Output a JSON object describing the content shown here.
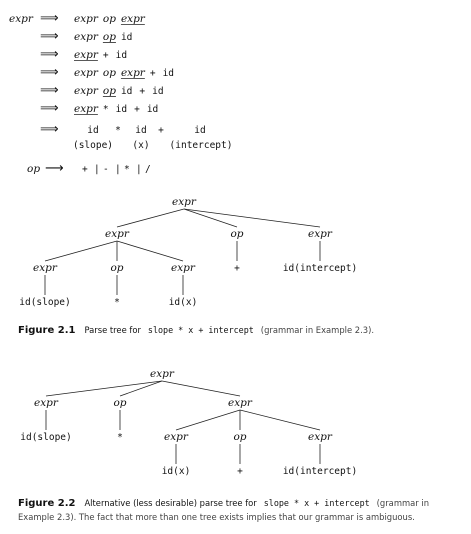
{
  "derivation": {
    "start": "expr",
    "arrow": "⟹",
    "steps": [
      [
        {
          "t": "expr",
          "c": "it"
        },
        {
          "t": "op",
          "c": "it"
        },
        {
          "t": "expr",
          "c": "it",
          "u": true
        }
      ],
      [
        {
          "t": "expr",
          "c": "it"
        },
        {
          "t": "op",
          "c": "it",
          "u": true
        },
        {
          "t": "id",
          "c": "mono"
        }
      ],
      [
        {
          "t": "expr",
          "c": "it",
          "u": true
        },
        {
          "t": "+",
          "c": "mono"
        },
        {
          "t": "id",
          "c": "mono"
        }
      ],
      [
        {
          "t": "expr",
          "c": "it"
        },
        {
          "t": "op",
          "c": "it"
        },
        {
          "t": "expr",
          "c": "it",
          "u": true
        },
        {
          "t": "+",
          "c": "mono"
        },
        {
          "t": "id",
          "c": "mono"
        }
      ],
      [
        {
          "t": "expr",
          "c": "it"
        },
        {
          "t": "op",
          "c": "it",
          "u": true
        },
        {
          "t": "id",
          "c": "mono"
        },
        {
          "t": "+",
          "c": "mono"
        },
        {
          "t": "id",
          "c": "mono"
        }
      ],
      [
        {
          "t": "expr",
          "c": "it",
          "u": true
        },
        {
          "t": "*",
          "c": "mono"
        },
        {
          "t": "id",
          "c": "mono"
        },
        {
          "t": "+",
          "c": "mono"
        },
        {
          "t": "id",
          "c": "mono"
        }
      ]
    ],
    "final_tokens": [
      "id",
      "*",
      "id",
      "+",
      "id"
    ],
    "final_annotations": [
      "(slope)",
      "(x)",
      "(intercept)"
    ]
  },
  "op_rule": {
    "lhs": "op",
    "arrow": "⟶",
    "alternatives": [
      "+",
      "-",
      "*",
      "/"
    ],
    "separator": "|"
  },
  "tree1": {
    "nodes": [
      {
        "id": "n0",
        "label": "expr",
        "c": "it"
      },
      {
        "id": "n1",
        "label": "expr",
        "c": "it"
      },
      {
        "id": "n2",
        "label": "op",
        "c": "it"
      },
      {
        "id": "n3",
        "label": "expr",
        "c": "it"
      },
      {
        "id": "n4",
        "label": "expr",
        "c": "it"
      },
      {
        "id": "n5",
        "label": "op",
        "c": "it"
      },
      {
        "id": "n6",
        "label": "expr",
        "c": "it"
      },
      {
        "id": "n7",
        "label": "+",
        "c": "mono"
      },
      {
        "id": "n8",
        "label": "id(intercept)",
        "c": "mono"
      },
      {
        "id": "n9",
        "label": "id(slope)",
        "c": "mono"
      },
      {
        "id": "n10",
        "label": "*",
        "c": "mono"
      },
      {
        "id": "n11",
        "label": "id(x)",
        "c": "mono"
      }
    ],
    "edges": [
      [
        "n0",
        "n1"
      ],
      [
        "n0",
        "n2"
      ],
      [
        "n0",
        "n3"
      ],
      [
        "n1",
        "n4"
      ],
      [
        "n1",
        "n5"
      ],
      [
        "n1",
        "n6"
      ],
      [
        "n2",
        "n7"
      ],
      [
        "n3",
        "n8"
      ],
      [
        "n4",
        "n9"
      ],
      [
        "n5",
        "n10"
      ],
      [
        "n6",
        "n11"
      ]
    ]
  },
  "caption1": {
    "figure": "Figure 2.1",
    "text_before": "Parse tree for",
    "code": "slope * x + intercept",
    "note": "(grammar in Example 2.3)."
  },
  "tree2": {
    "nodes": [
      {
        "id": "m0",
        "label": "expr",
        "c": "it"
      },
      {
        "id": "m1",
        "label": "expr",
        "c": "it"
      },
      {
        "id": "m2",
        "label": "op",
        "c": "it"
      },
      {
        "id": "m3",
        "label": "expr",
        "c": "it"
      },
      {
        "id": "m4",
        "label": "id(slope)",
        "c": "mono"
      },
      {
        "id": "m5",
        "label": "*",
        "c": "mono"
      },
      {
        "id": "m6",
        "label": "expr",
        "c": "it"
      },
      {
        "id": "m7",
        "label": "op",
        "c": "it"
      },
      {
        "id": "m8",
        "label": "expr",
        "c": "it"
      },
      {
        "id": "m9",
        "label": "id(x)",
        "c": "mono"
      },
      {
        "id": "m10",
        "label": "+",
        "c": "mono"
      },
      {
        "id": "m11",
        "label": "id(intercept)",
        "c": "mono"
      }
    ],
    "edges": [
      [
        "m0",
        "m1"
      ],
      [
        "m0",
        "m2"
      ],
      [
        "m0",
        "m3"
      ],
      [
        "m1",
        "m4"
      ],
      [
        "m2",
        "m5"
      ],
      [
        "m3",
        "m6"
      ],
      [
        "m3",
        "m7"
      ],
      [
        "m3",
        "m8"
      ],
      [
        "m6",
        "m9"
      ],
      [
        "m7",
        "m10"
      ],
      [
        "m8",
        "m11"
      ]
    ]
  },
  "caption2": {
    "figure": "Figure 2.2",
    "text_before": "Alternative (less desirable) parse tree for",
    "code": "slope * x + intercept",
    "note_line1": "(grammar in",
    "line2": "Example 2.3). The fact that more than one tree exists implies that our grammar is ambiguous."
  }
}
